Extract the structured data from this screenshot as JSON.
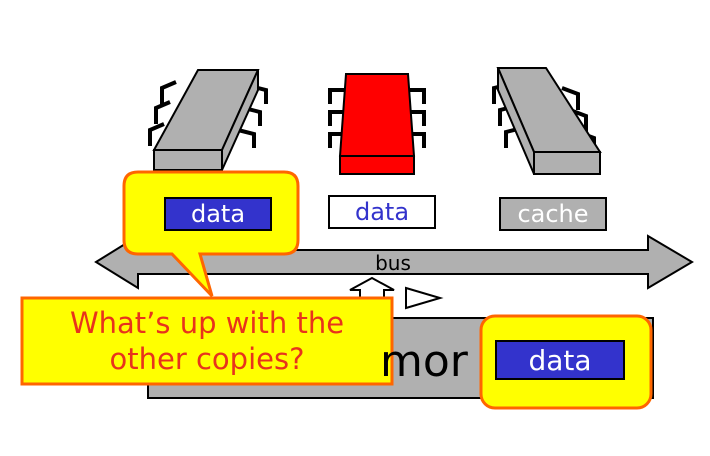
{
  "processors": [
    {
      "label": "data",
      "label_style": "blue-fill",
      "chip_color": "#b0b0b0"
    },
    {
      "label": "data",
      "label_style": "white-fill",
      "chip_color": "#ff0000"
    },
    {
      "label": "cache",
      "label_style": "gray-fill",
      "chip_color": "#b0b0b0"
    }
  ],
  "bus": {
    "label": "bus"
  },
  "memory": {
    "label_visible_fragment": "mor",
    "data_label": "data"
  },
  "callouts": {
    "question": {
      "line1": "What’s up with the",
      "line2": "other copies?"
    }
  },
  "colors": {
    "chip_gray": "#b0b0b0",
    "chip_red": "#ff0000",
    "label_blue": "#3333cc",
    "callout_fill": "#ffff00",
    "callout_border": "#ff6600",
    "callout_text": "#e8331c",
    "bus_gray": "#b0b0b0"
  }
}
